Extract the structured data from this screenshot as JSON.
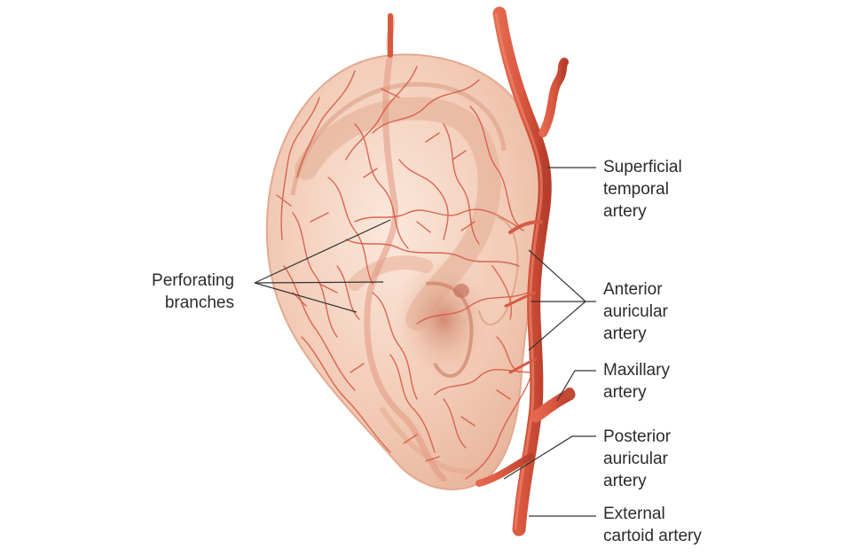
{
  "labels": {
    "perforating": [
      "Perforating",
      "branches"
    ],
    "superficial_temporal": [
      "Superficial",
      "temporal",
      "artery"
    ],
    "anterior_auricular": [
      "Anterior",
      "auricular",
      "artery"
    ],
    "maxillary": [
      "Maxillary",
      "artery"
    ],
    "posterior_auricular": [
      "Posterior",
      "auricular",
      "artery"
    ],
    "external_carotid": [
      "External",
      "cartoid artery"
    ]
  },
  "colors": {
    "skin_light": "#f8e1d3",
    "skin_mid": "#efc2ab",
    "skin_shadow": "#d8937a",
    "artery": "#d9573f",
    "artery_dark": "#b83e2c",
    "vessel": "#d65a45",
    "leader_line": "#333333"
  }
}
